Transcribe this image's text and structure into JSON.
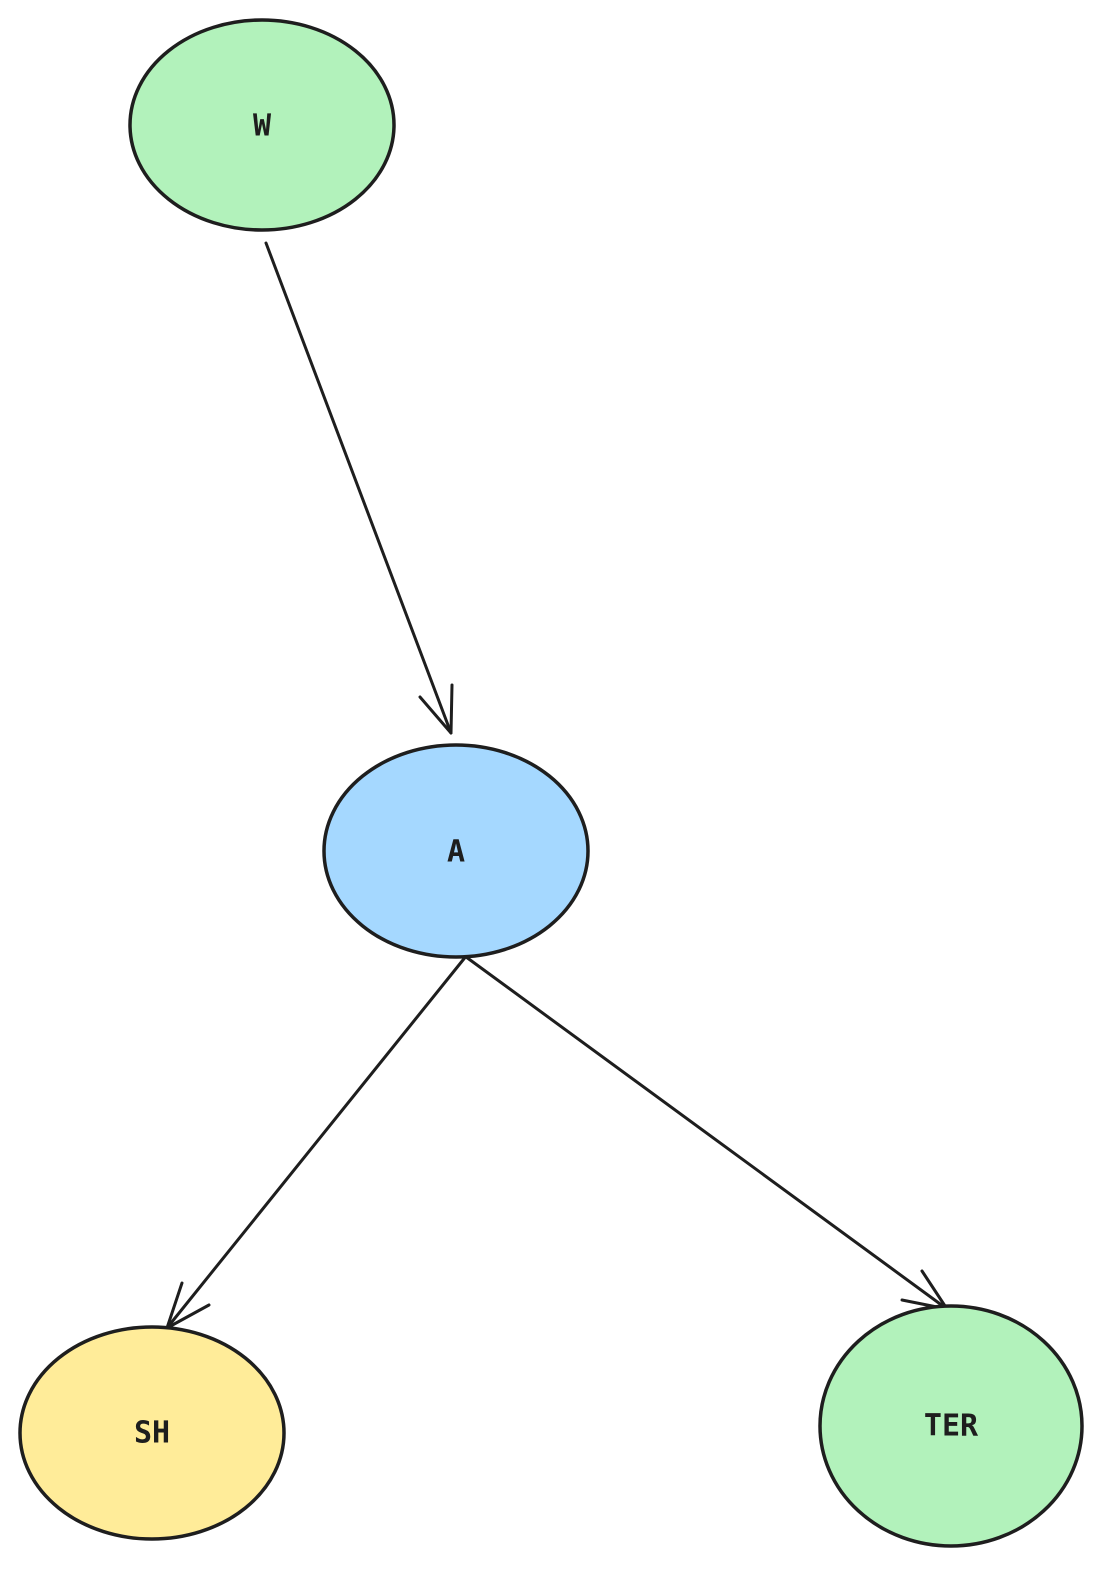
{
  "nodes": {
    "w": {
      "label": "W",
      "fill": "#b2f2bb"
    },
    "a": {
      "label": "A",
      "fill": "#a5d8ff"
    },
    "sh": {
      "label": "SH",
      "fill": "#ffec99"
    },
    "ter": {
      "label": "TER",
      "fill": "#b2f2bb"
    }
  },
  "edges": [
    {
      "from": "W",
      "to": "A"
    },
    {
      "from": "A",
      "to": "SH"
    },
    {
      "from": "A",
      "to": "TER"
    }
  ],
  "colors": {
    "stroke": "#1e1e1e",
    "background": "#ffffff"
  }
}
